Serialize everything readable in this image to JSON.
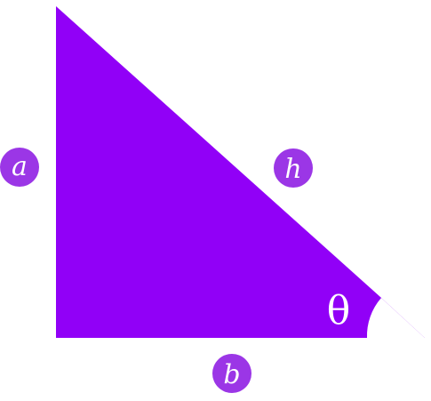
{
  "colors": {
    "triangle_fill": "#9100f7",
    "badge_fill": "#9b36e6",
    "label_text": "#ffffff",
    "angle_arc": "#ffffff"
  },
  "labels": {
    "side_a": "a",
    "side_h": "h",
    "side_b": "b",
    "angle": "θ"
  },
  "shape": {
    "type": "right-triangle",
    "right_angle_corner": "bottom-left",
    "angle_mark_corner": "bottom-right"
  }
}
